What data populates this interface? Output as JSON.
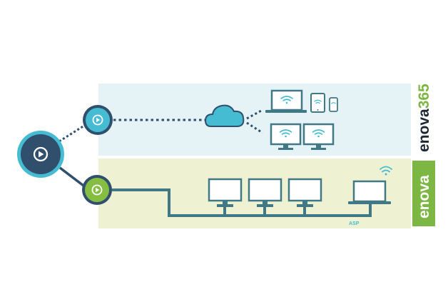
{
  "brands": {
    "cloud_brand_main": "enova",
    "cloud_brand_suffix": "365",
    "local_brand": "enova"
  },
  "labels": {
    "asp": "ASP"
  },
  "colors": {
    "dark_navy": "#2f4f6d",
    "cyan": "#46bcd3",
    "green": "#86bd43",
    "teal_line": "#417885",
    "cloud_band": "#e5f2f6",
    "local_band": "#eef2d3",
    "brand_green_box": "#7db743"
  },
  "icons": {
    "hub": "play-icon",
    "cloud_node": "play-icon",
    "local_node": "play-icon",
    "cloud": "cloud-icon",
    "wifi": "wifi-icon",
    "laptop": "laptop-icon",
    "tablet": "tablet-icon",
    "phone": "phone-icon",
    "monitor": "monitor-icon"
  }
}
